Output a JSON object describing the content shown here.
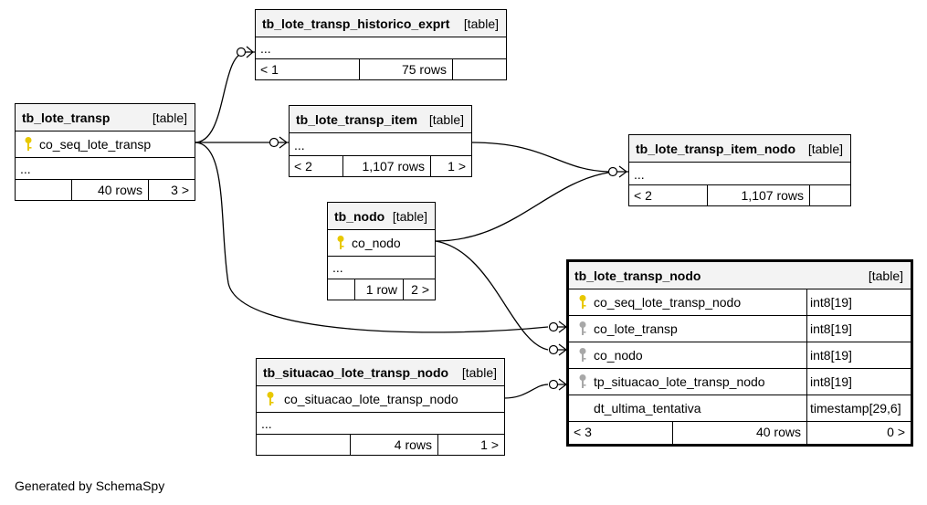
{
  "tables": {
    "historico": {
      "name": "tb_lote_transp_historico_exprt",
      "type": "[table]",
      "ellipsis": "...",
      "parents": "< 1",
      "rows": "75 rows",
      "children": ""
    },
    "lote_transp": {
      "name": "tb_lote_transp",
      "type": "[table]",
      "key_column": "co_seq_lote_transp",
      "ellipsis": "...",
      "parents": "",
      "rows": "40 rows",
      "children": "3 >"
    },
    "item": {
      "name": "tb_lote_transp_item",
      "type": "[table]",
      "ellipsis": "...",
      "parents": "< 2",
      "rows": "1,107 rows",
      "children": "1 >"
    },
    "item_nodo": {
      "name": "tb_lote_transp_item_nodo",
      "type": "[table]",
      "ellipsis": "...",
      "parents": "< 2",
      "rows": "1,107 rows",
      "children": ""
    },
    "nodo": {
      "name": "tb_nodo",
      "type": "[table]",
      "key_column": "co_nodo",
      "ellipsis": "...",
      "parents": "",
      "rows": "1 row",
      "children": "2 >"
    },
    "situacao": {
      "name": "tb_situacao_lote_transp_nodo",
      "type": "[table]",
      "key_column": "co_situacao_lote_transp_nodo",
      "ellipsis": "...",
      "parents": "",
      "rows": "4 rows",
      "children": "1 >"
    },
    "lote_transp_nodo": {
      "name": "tb_lote_transp_nodo",
      "type": "[table]",
      "columns": [
        {
          "name": "co_seq_lote_transp_nodo",
          "type": "int8[19]",
          "key": "primary"
        },
        {
          "name": "co_lote_transp",
          "type": "int8[19]",
          "key": "foreign"
        },
        {
          "name": "co_nodo",
          "type": "int8[19]",
          "key": "foreign"
        },
        {
          "name": "tp_situacao_lote_transp_nodo",
          "type": "int8[19]",
          "key": "foreign"
        },
        {
          "name": "dt_ultima_tentativa",
          "type": "timestamp[29,6]",
          "key": "none"
        }
      ],
      "parents": "< 3",
      "rows": "40 rows",
      "children": "0 >"
    }
  },
  "colors": {
    "primary_key": "#e8c800",
    "foreign_key": "#a8a8a8",
    "header_bg": "#f3f3f3"
  },
  "footer": "Generated by SchemaSpy"
}
